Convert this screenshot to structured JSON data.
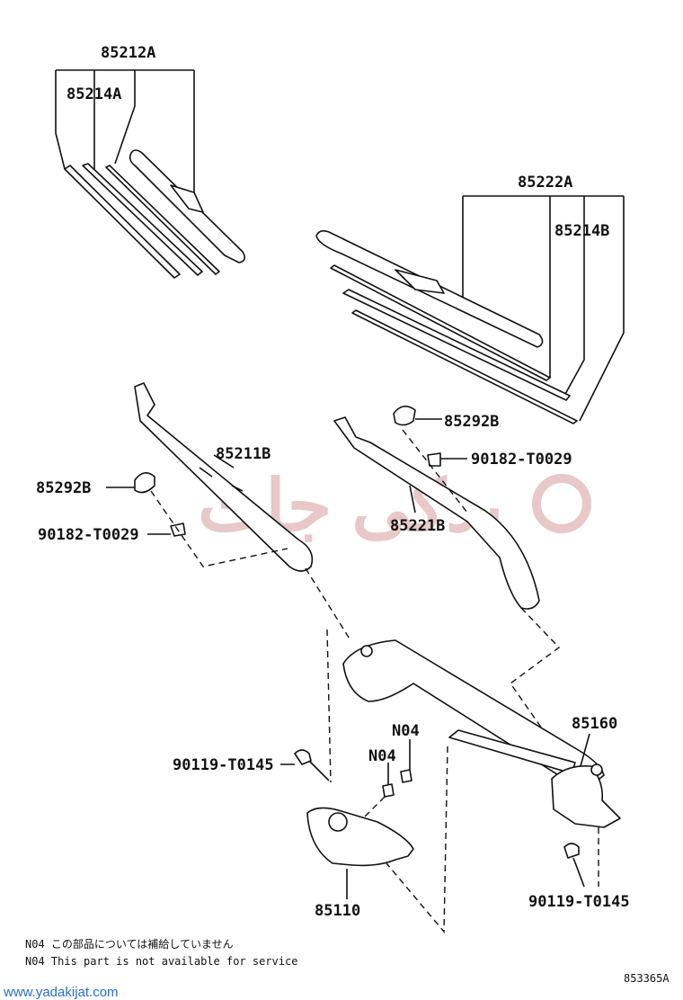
{
  "diagram": {
    "callouts": {
      "blade_assembly_left": "85212A",
      "blade_rubber_left": "85214A",
      "blade_assembly_right": "85222A",
      "blade_rubber_right": "85214B",
      "cap_right": "85292B",
      "nut_right": "90182-T0029",
      "arm_left": "85211B",
      "cap_left": "85292B",
      "nut_left": "90182-T0029",
      "arm_right": "85221B",
      "link_assembly": "85160",
      "bolt_left": "90119-T0145",
      "n04_upper": "N04",
      "n04_lower": "N04",
      "motor": "85110",
      "bolt_right": "90119-T0145"
    },
    "notes": [
      "N04 この部品については補給していません",
      "N04 This part is not available for service"
    ],
    "figure_id": "853365A",
    "website": "www.yadakijat.com",
    "watermark_text": "یدکی جات"
  },
  "colors": {
    "lines": "#111111",
    "watermark": "#e8c8c8",
    "website": "#2a6fc9"
  }
}
